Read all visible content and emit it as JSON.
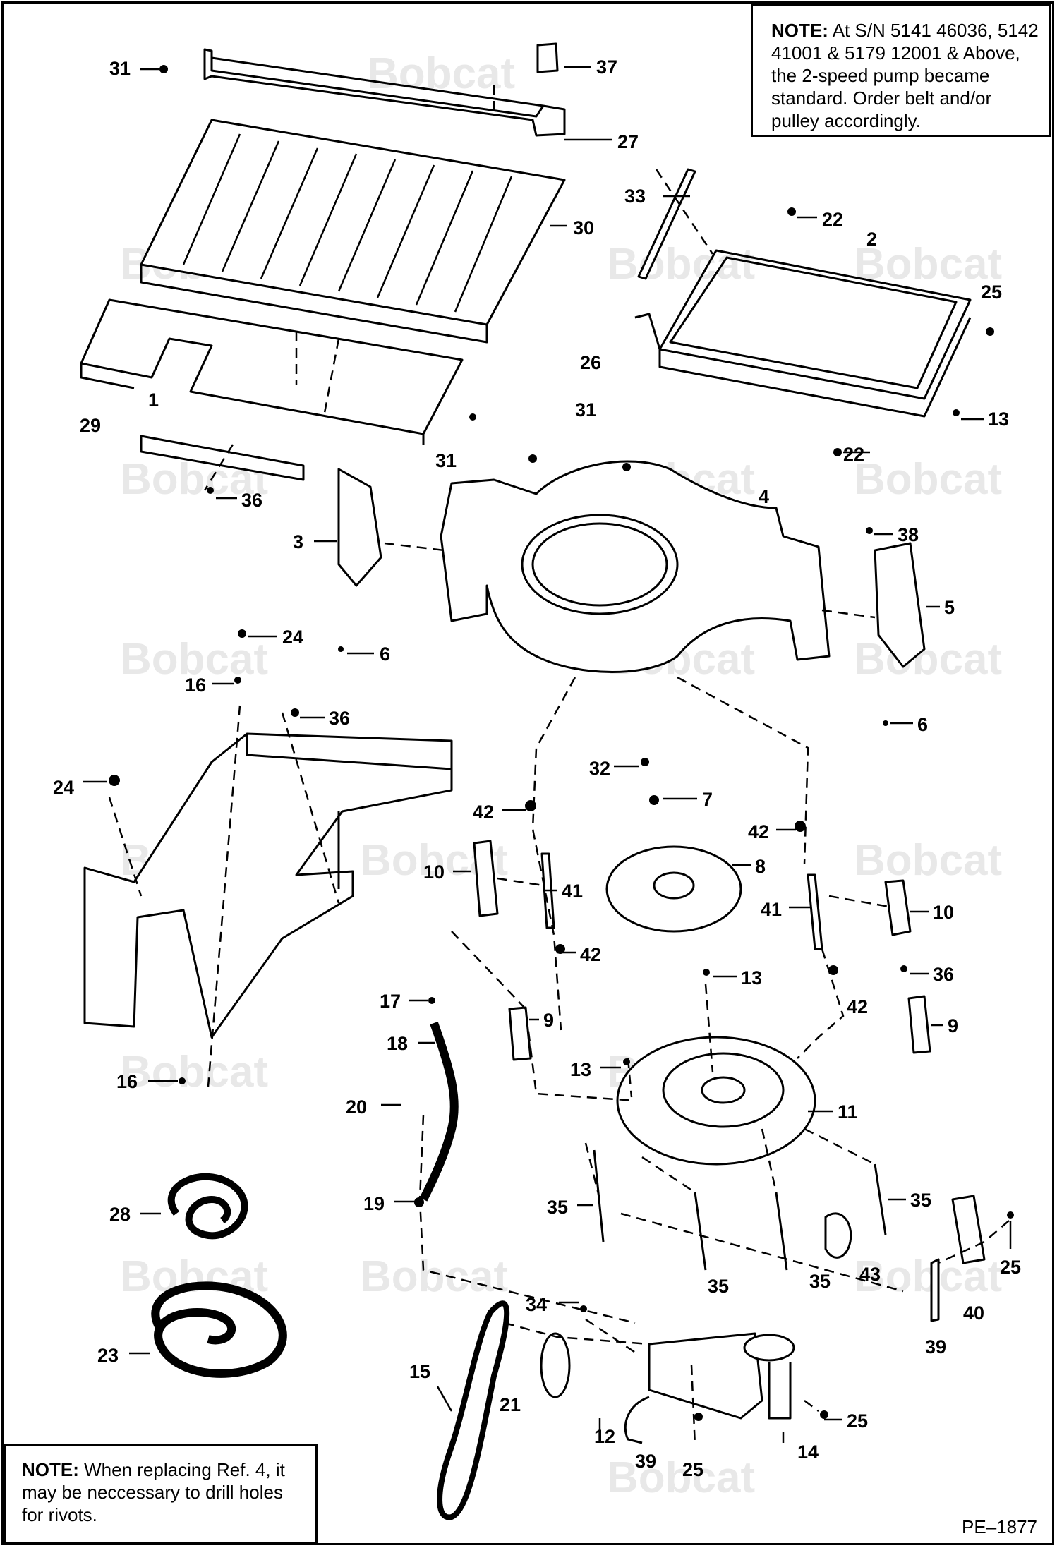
{
  "notes": {
    "top": {
      "label": "NOTE:",
      "text": "At S/N 5141 46036, 5142 41001 & 5179 12001 & Above, the 2-speed pump became standard. Order belt and/or pulley accordingly."
    },
    "bottom": {
      "label": "NOTE:",
      "text": "When replacing Ref. 4, it may be neccessary to drill holes for rivots."
    }
  },
  "drawing_code": "PE–1877",
  "watermark": "Bobcat",
  "callouts": [
    "31",
    "37",
    "27",
    "30",
    "33",
    "22",
    "2",
    "25",
    "26",
    "13",
    "22",
    "29",
    "1",
    "31",
    "36",
    "31",
    "4",
    "3",
    "38",
    "5",
    "6",
    "24",
    "16",
    "36",
    "6",
    "24",
    "32",
    "7",
    "42",
    "42",
    "10",
    "8",
    "41",
    "41",
    "10",
    "42",
    "13",
    "36",
    "42",
    "17",
    "9",
    "9",
    "18",
    "13",
    "16",
    "20",
    "11",
    "19",
    "35",
    "35",
    "28",
    "43",
    "35",
    "35",
    "25",
    "40",
    "34",
    "39",
    "23",
    "15",
    "21",
    "12",
    "25",
    "39",
    "25",
    "14"
  ]
}
